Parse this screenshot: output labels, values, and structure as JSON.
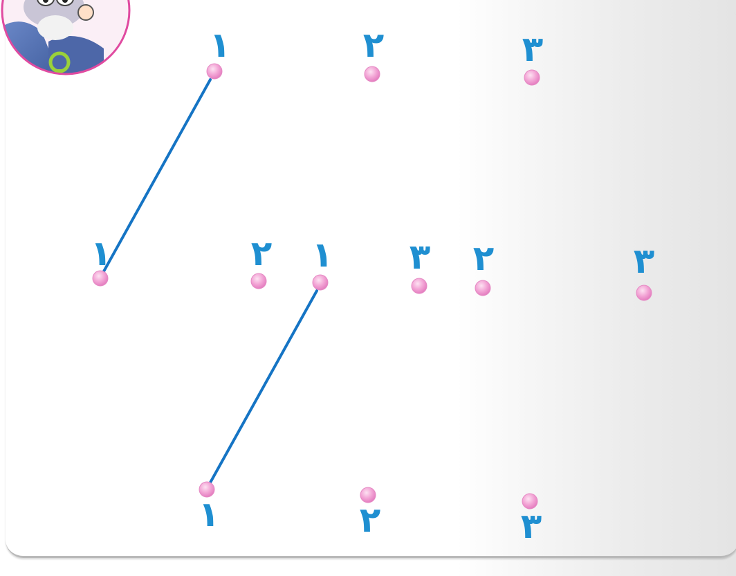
{
  "colors": {
    "digit": "#1f8fd1",
    "dot": "#f3a6d6",
    "line": "#1574c4",
    "mascot_ring": "#e04aa0"
  },
  "mascot": {
    "icon": "professor-mascot-icon"
  },
  "rows": [
    {
      "name": "top-row",
      "points": [
        {
          "label": "١"
        },
        {
          "label": "٢"
        },
        {
          "label": "٣"
        }
      ]
    },
    {
      "name": "middle-left-row",
      "points": [
        {
          "label": "١"
        },
        {
          "label": "٢"
        }
      ]
    },
    {
      "name": "middle-center-row",
      "points": [
        {
          "label": "١"
        },
        {
          "label": "٣"
        }
      ]
    },
    {
      "name": "middle-right-row",
      "points": [
        {
          "label": "٢"
        },
        {
          "label": "٣"
        }
      ]
    },
    {
      "name": "bottom-row",
      "points": [
        {
          "label": "١"
        },
        {
          "label": "٢"
        },
        {
          "label": "٣"
        }
      ]
    }
  ]
}
